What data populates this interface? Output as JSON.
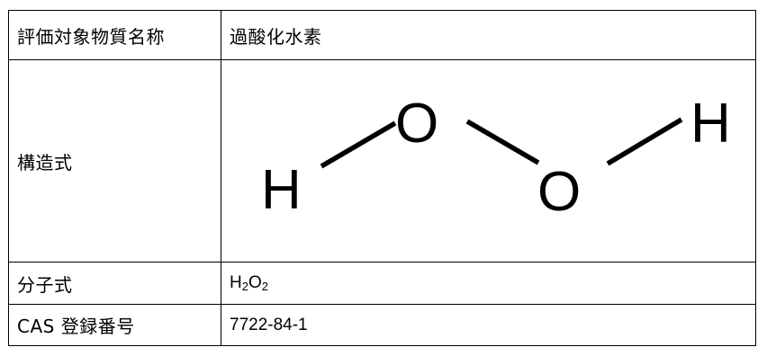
{
  "table": {
    "name_row": {
      "label": "評価対象物質名称",
      "value": "過酸化水素"
    },
    "structure_row": {
      "label": "構造式",
      "atoms": {
        "h_left": "H",
        "o_upper": "O",
        "o_lower": "O",
        "h_right": "H"
      }
    },
    "formula_row": {
      "label": "分子式",
      "parts": {
        "h": "H",
        "h_sub": "2",
        "o": "O",
        "o_sub": "2"
      }
    },
    "cas_row": {
      "label": "CAS 登録番号",
      "value": "7722-84-1"
    }
  }
}
